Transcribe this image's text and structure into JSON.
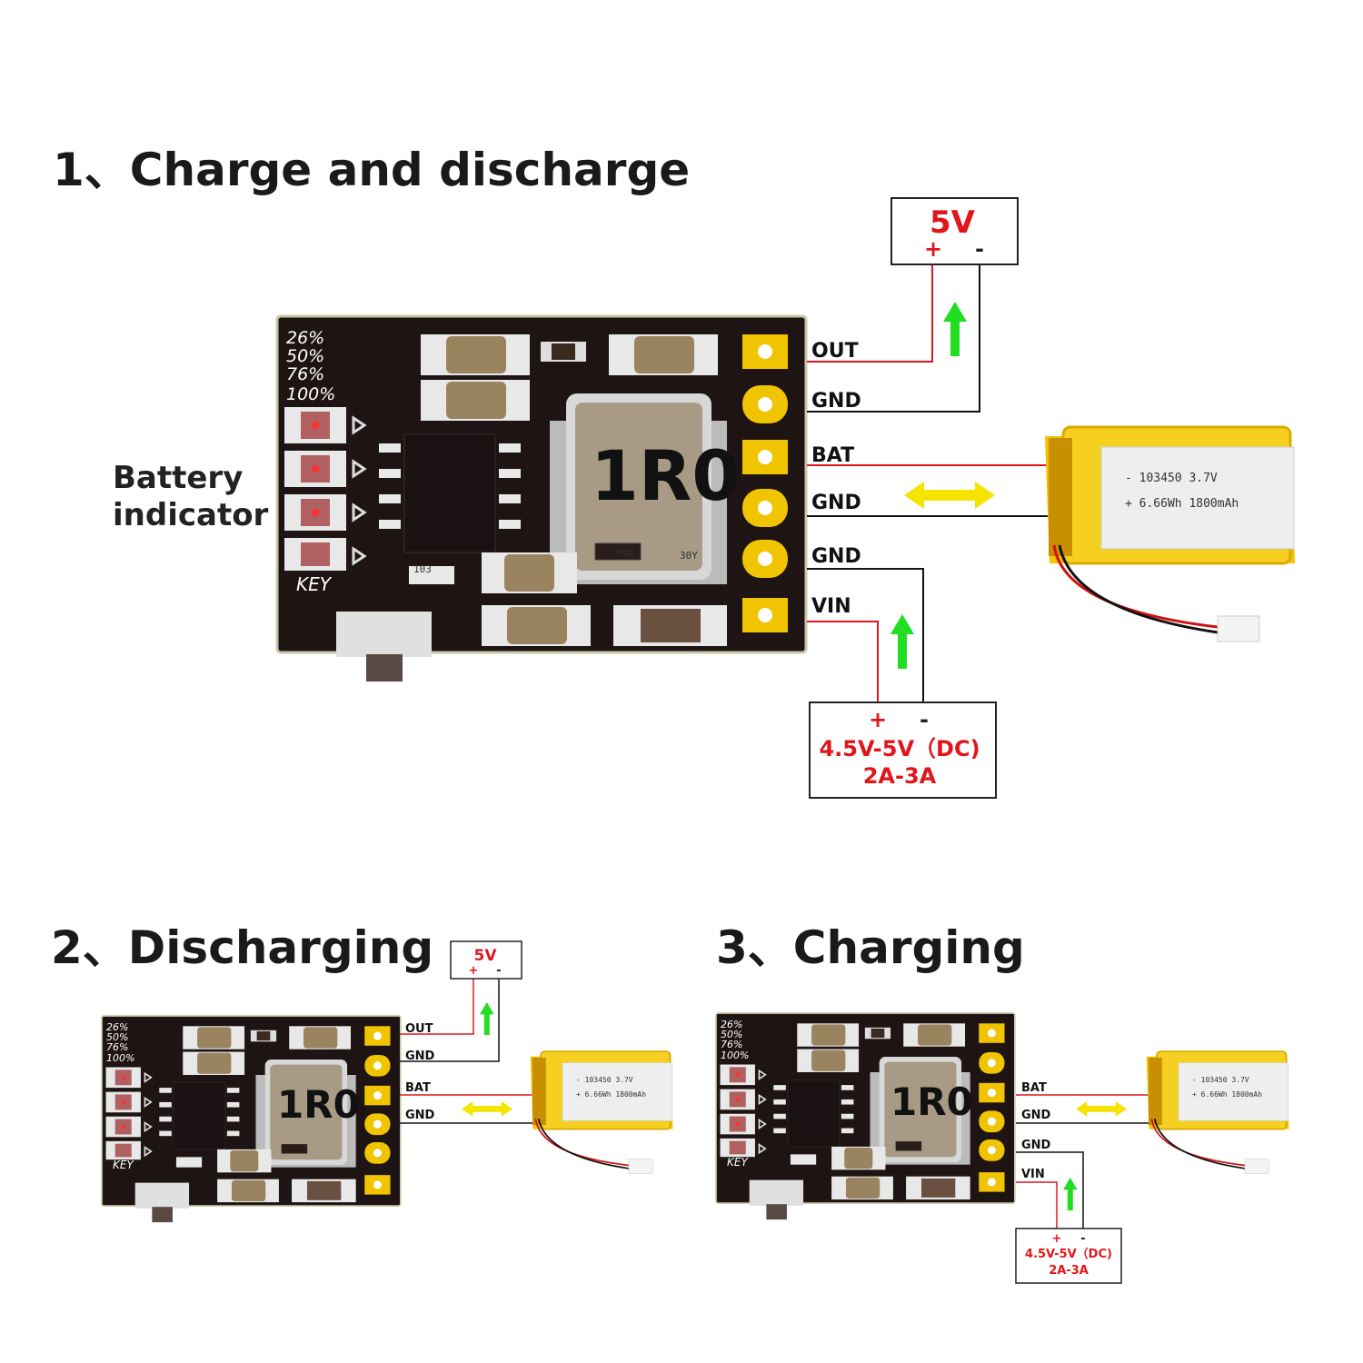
{
  "section1": {
    "title": "1、Charge and discharge",
    "indicator_label": [
      "Battery",
      "indicator"
    ],
    "output_box": {
      "voltage": "5V",
      "plus": "+",
      "minus": "-"
    },
    "input_box": {
      "plus": "+",
      "minus": "-",
      "line1": "4.5V-5V（DC)",
      "line2": "2A-3A"
    }
  },
  "section2": {
    "title": "2、Discharging",
    "output_box": {
      "voltage": "5V",
      "plus": "+",
      "minus": "-"
    }
  },
  "section3": {
    "title": "3、Charging",
    "input_box": {
      "plus": "+",
      "minus": "-",
      "line1": "4.5V-5V（DC)",
      "line2": "2A-3A"
    }
  },
  "board": {
    "pins": [
      "OUT",
      "GND",
      "BAT",
      "GND",
      "GND",
      "VIN"
    ],
    "percent_labels": [
      "26%",
      "50%",
      "76%",
      "100%"
    ],
    "key_label": "KEY",
    "inductor_label": "1R0",
    "resistor_label": "103",
    "small_labels": [
      "F50",
      "30Y"
    ]
  },
  "battery": {
    "line1": "- 103450 3.7V",
    "line2": "+ 6.66Wh 1800mAh"
  },
  "colors": {
    "wire_red": "#e0161b",
    "arrow_green": "#22dd22",
    "arrow_yellow": "#f5e400",
    "pcb": "#1e1414",
    "pad_gold": "#f0c400"
  }
}
